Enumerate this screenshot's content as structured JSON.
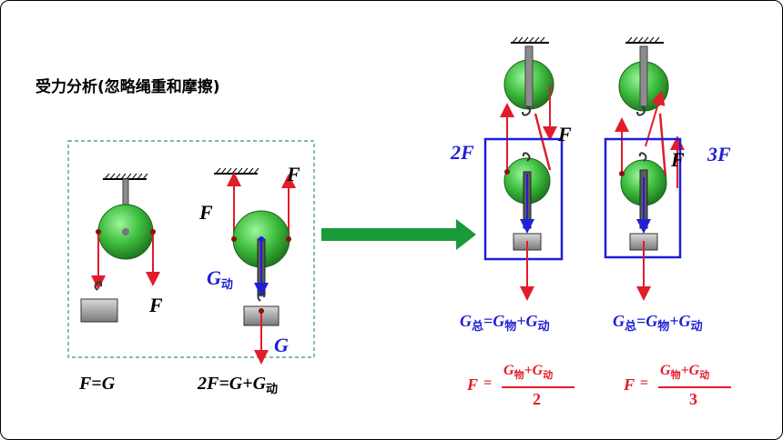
{
  "title": "受力分析(忽略绳重和摩擦)",
  "labels": {
    "F": "F",
    "G": "G",
    "G_dong_main": "G",
    "dong_sub": "动",
    "twoF": "2F",
    "threeF": "3F"
  },
  "equations": {
    "fixed_F": "F",
    "fixed_eq": "=",
    "fixed_G": "G",
    "movable_2F": "2F",
    "movable_eq": "=G+G",
    "movable_sub": "动",
    "sys_G": "G",
    "sub_zong": "总",
    "eq_mid": "=G",
    "sub_wu": "物",
    "plus_G": "+G",
    "sub_dong": "动"
  },
  "fractions": {
    "F": "F",
    "equals": "=",
    "num_G1": "G",
    "num_sub1": "物",
    "num_plus": "+G",
    "num_sub2": "动",
    "den_2": "2",
    "den_3": "3"
  },
  "colors": {
    "rope_red": "#e11d2a",
    "label_blue": "#1f1fd6",
    "pulley_green": "#3fbf3f",
    "box_blue": "#1f1fd6",
    "frame_green": "#2f9e4f",
    "arrow_green": "#1a9a3a"
  }
}
